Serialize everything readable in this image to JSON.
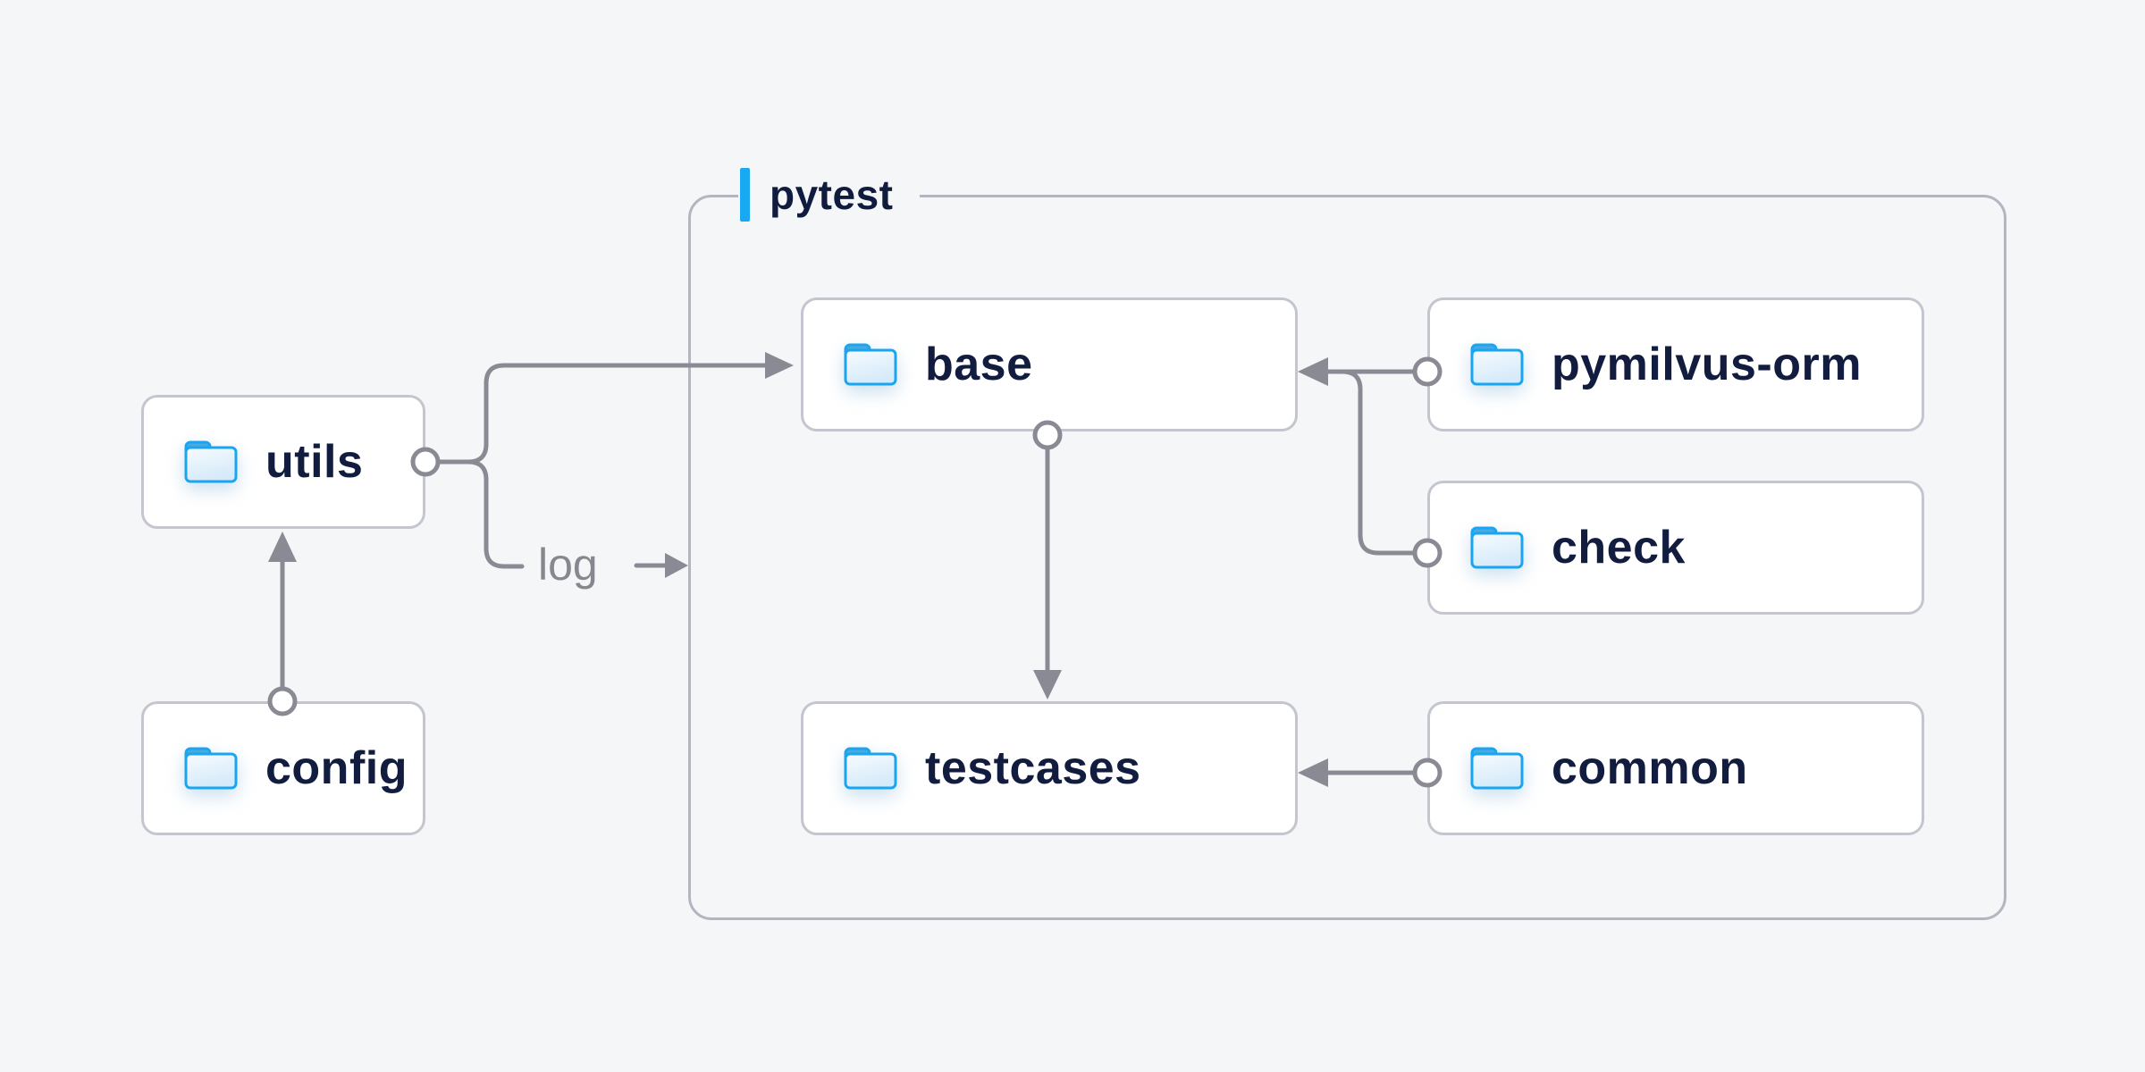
{
  "page": {
    "background": "#f5f6f7"
  },
  "diagram": {
    "group": {
      "label": "pytest",
      "accent_color": "#18a9f2",
      "border_color": "#b5b5c1"
    },
    "nodes": {
      "utils": {
        "label": "utils",
        "icon": "folder"
      },
      "config": {
        "label": "config",
        "icon": "folder"
      },
      "base": {
        "label": "base",
        "icon": "folder"
      },
      "testcases": {
        "label": "testcases",
        "icon": "folder"
      },
      "pymilvus_orm": {
        "label": "pymilvus-orm",
        "icon": "folder"
      },
      "check": {
        "label": "check",
        "icon": "folder"
      },
      "common": {
        "label": "common",
        "icon": "folder"
      }
    },
    "edge_labels": {
      "log": "log"
    },
    "edges": [
      {
        "from": "config",
        "to": "utils",
        "style": "arrow"
      },
      {
        "from": "utils",
        "to": "base",
        "style": "arrow"
      },
      {
        "from": "utils",
        "to": "log",
        "style": "labeled-arrow"
      },
      {
        "from": "base",
        "to": "testcases",
        "style": "arrow"
      },
      {
        "from": "pymilvus-orm",
        "to": "base",
        "style": "arrow"
      },
      {
        "from": "check",
        "to": "base",
        "style": "merge"
      },
      {
        "from": "common",
        "to": "testcases",
        "style": "arrow"
      }
    ],
    "colors": {
      "node_text": "#111c3e",
      "node_border": "#c5c5d0",
      "node_background": "#ffffff",
      "connector": "#8a8a95",
      "edge_label_text": "#87878f",
      "folder_outline": "#1aa5f0",
      "folder_tab": "#4aa9de",
      "folder_body_light": "#f7fbfe",
      "folder_body_dark": "#d5eafa"
    }
  }
}
